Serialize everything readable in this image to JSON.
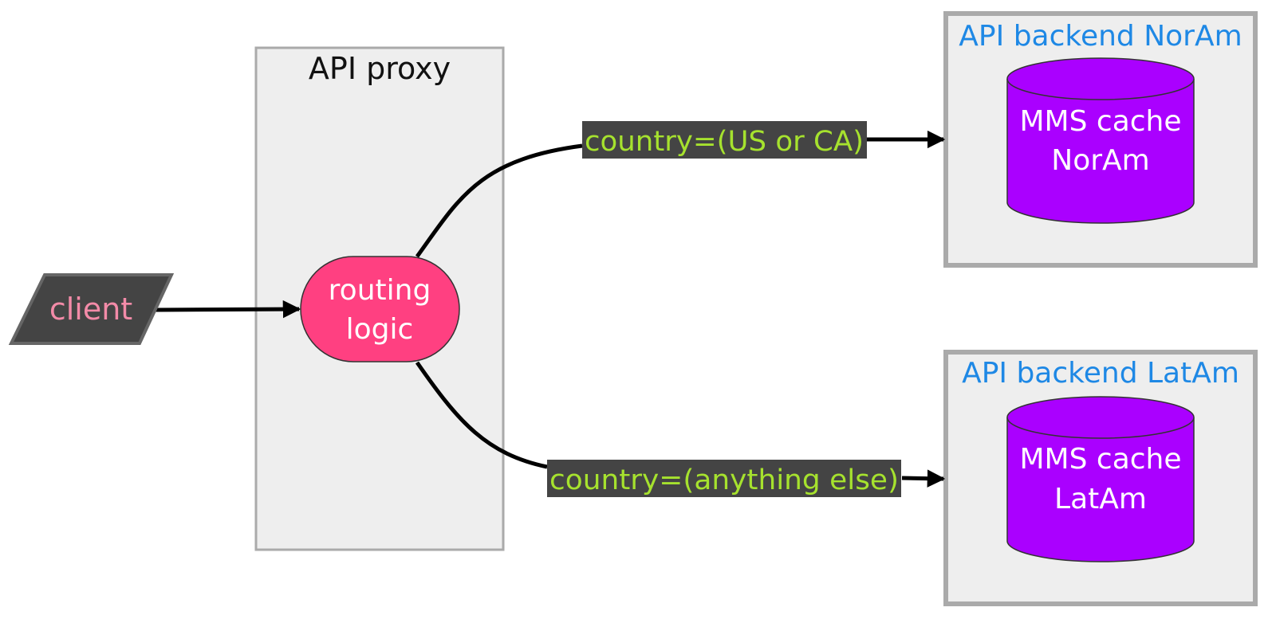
{
  "proxy": {
    "title": "API proxy",
    "routing_node": {
      "line1": "routing",
      "line2": "logic"
    }
  },
  "client": {
    "label": "client"
  },
  "edges": {
    "noram_condition": "country=(US or CA)",
    "latam_condition": "country=(anything else)"
  },
  "backends": {
    "noram": {
      "title": "API backend NorAm",
      "cache": {
        "line1": "MMS cache",
        "line2": "NorAm"
      }
    },
    "latam": {
      "title": "API backend LatAm",
      "cache": {
        "line1": "MMS cache",
        "line2": "LatAm"
      }
    }
  },
  "colors": {
    "cluster_fill": "#eeeeee",
    "cluster_stroke": "#aaaaaa",
    "client_fill": "#444444",
    "client_stroke": "#666666",
    "client_text": "#f38ba8",
    "routing_fill": "#ff4081",
    "edge_label_bg": "#444444",
    "edge_label_text": "#a6e22e",
    "backend_title": "#1e88e5",
    "cache_fill": "#aa00ff",
    "node_text": "#ffffff"
  }
}
